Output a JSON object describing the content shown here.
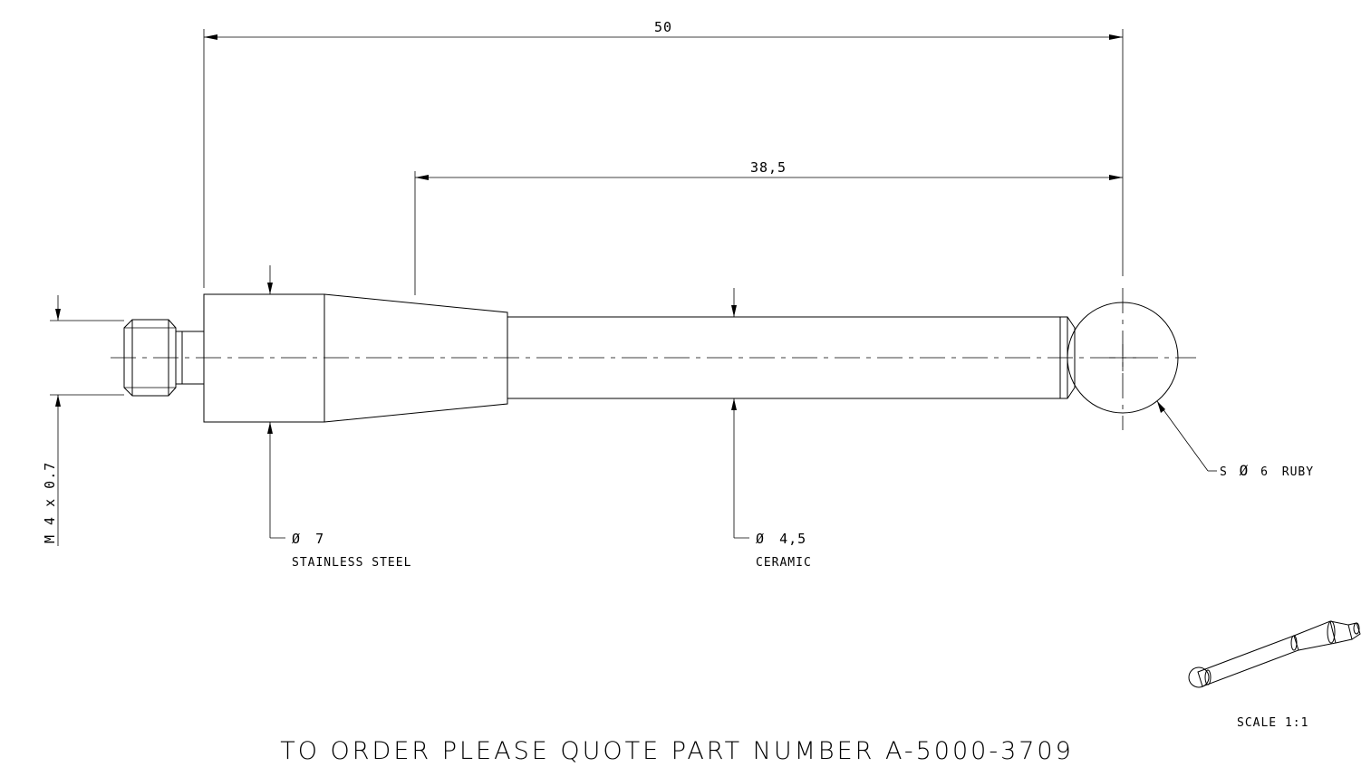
{
  "dimensions": {
    "overall_length": "50",
    "stem_length": "38,5",
    "thread": "M 4 x 0.7"
  },
  "callouts": {
    "body_diameter": {
      "symbol": "Ø",
      "value": "7",
      "material": "STAINLESS STEEL"
    },
    "stem_diameter": {
      "symbol": "Ø",
      "value": "4,5",
      "material": "CERAMIC"
    },
    "ball": {
      "prefix": "S",
      "symbol": "Ø",
      "value": "6",
      "material": "RUBY"
    }
  },
  "scale_label": "SCALE 1:1",
  "order_text": "TO ORDER PLEASE QUOTE PART NUMBER A-5000-3709",
  "colors": {
    "line": "#000000",
    "background": "#ffffff"
  }
}
